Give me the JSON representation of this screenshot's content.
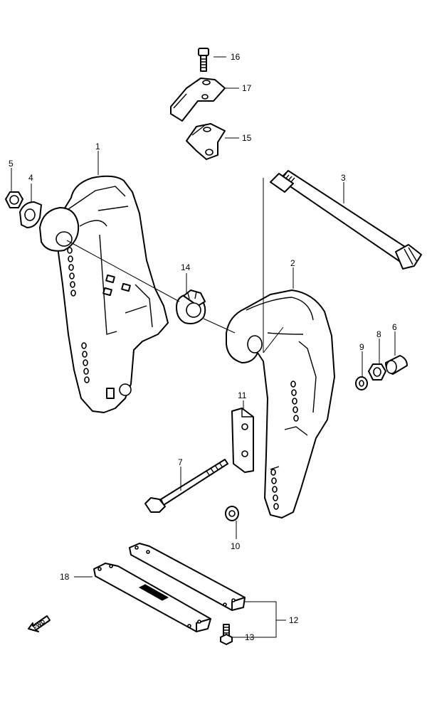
{
  "diagram": {
    "callouts": [
      {
        "id": "1",
        "label": "1"
      },
      {
        "id": "2",
        "label": "2"
      },
      {
        "id": "3",
        "label": "3"
      },
      {
        "id": "4",
        "label": "4"
      },
      {
        "id": "5",
        "label": "5"
      },
      {
        "id": "6",
        "label": "6"
      },
      {
        "id": "7",
        "label": "7"
      },
      {
        "id": "8",
        "label": "8"
      },
      {
        "id": "9",
        "label": "9"
      },
      {
        "id": "10",
        "label": "10"
      },
      {
        "id": "11",
        "label": "11"
      },
      {
        "id": "12",
        "label": "12"
      },
      {
        "id": "13",
        "label": "13"
      },
      {
        "id": "14",
        "label": "14"
      },
      {
        "id": "15",
        "label": "15"
      },
      {
        "id": "16",
        "label": "16"
      },
      {
        "id": "17",
        "label": "17"
      },
      {
        "id": "18",
        "label": "18"
      }
    ],
    "fwd_label": "FWD"
  }
}
